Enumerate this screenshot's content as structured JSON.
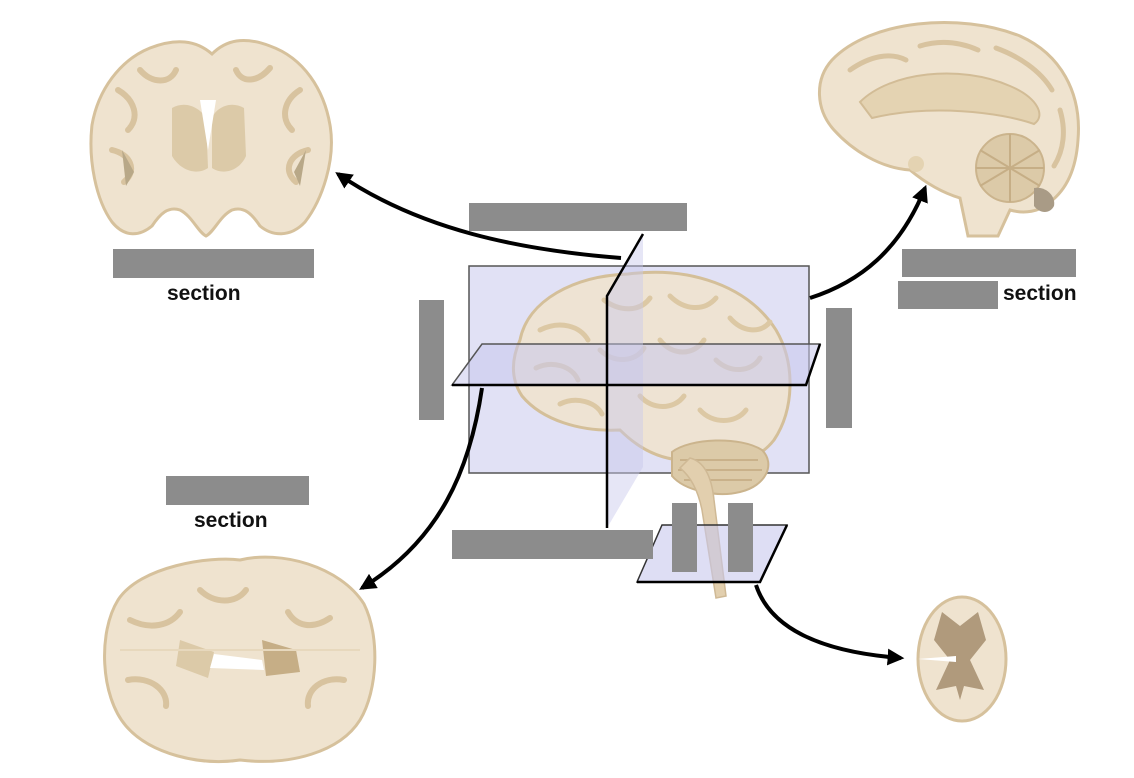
{
  "labels": {
    "coronal_suffix": "section",
    "sagittal_suffix": "section",
    "horizontal_suffix": "section"
  },
  "colors": {
    "tissue_light": "#efe3cf",
    "tissue_mid": "#e2cfae",
    "tissue_dark": "#cdb690",
    "grey_matter": "#c8b08a",
    "plane_fill": "#c8c8ec",
    "redaction": "#8c8c8c",
    "arrow": "#000000"
  }
}
